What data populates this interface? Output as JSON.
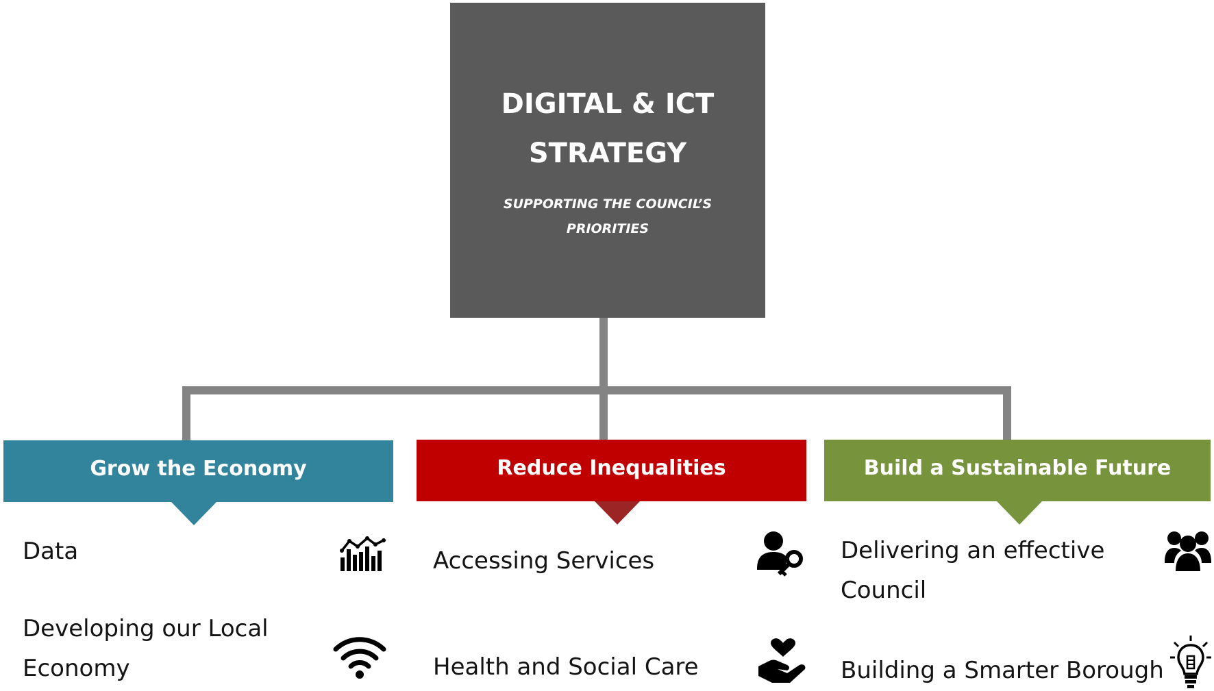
{
  "root": {
    "title": "DIGITAL & ICT\nSTRATEGY",
    "subtitle": "SUPPORTING THE COUNCIL’S\nPRIORITIES"
  },
  "colors": {
    "root_box": "#5a5a5a",
    "connector": "#848484",
    "grow": "#31849b",
    "grow_arrow": "#31849b",
    "reduce": "#c00000",
    "reduce_arrow": "#9b2424",
    "build": "#77933c",
    "build_arrow": "#77933c"
  },
  "pillars": [
    {
      "title": "Grow the Economy",
      "items": [
        {
          "label": "Data",
          "icon": "chart-icon"
        },
        {
          "label": "Developing our Local\nEconomy",
          "icon": "wifi-icon"
        }
      ]
    },
    {
      "title": "Reduce Inequalities",
      "items": [
        {
          "label": "Accessing Services",
          "icon": "user-key-icon"
        },
        {
          "label": "Health and Social Care",
          "icon": "heart-hand-icon"
        }
      ]
    },
    {
      "title": "Build a Sustainable Future",
      "items": [
        {
          "label": "Delivering an effective\nCouncil",
          "icon": "people-group-icon"
        },
        {
          "label": "Building a Smarter Borough",
          "icon": "lightbulb-icon"
        }
      ]
    }
  ]
}
